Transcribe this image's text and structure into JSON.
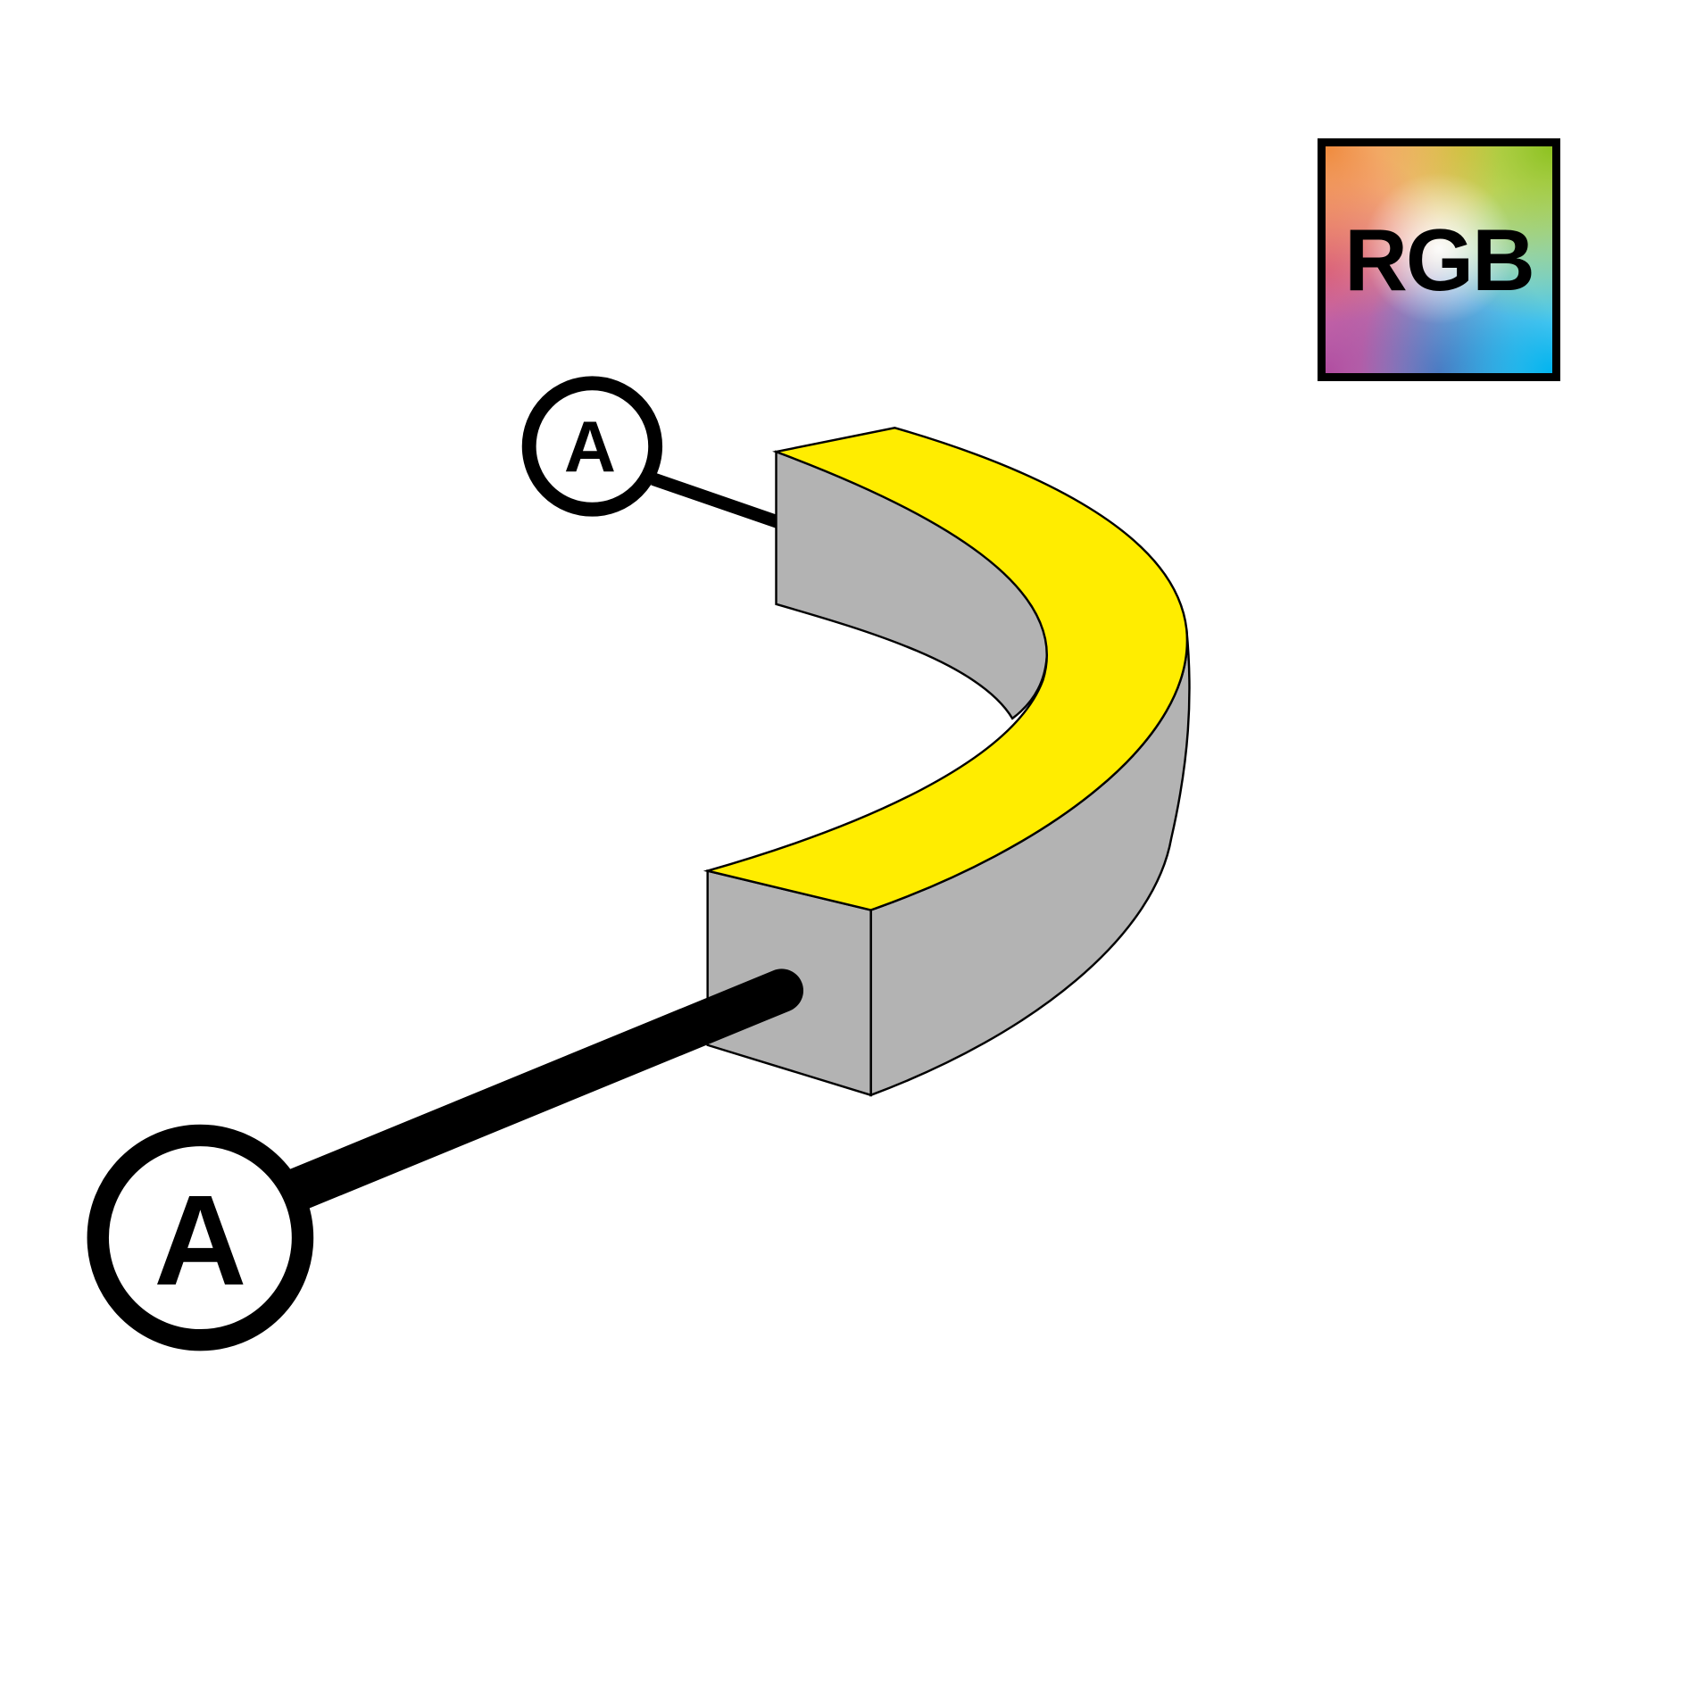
{
  "badge": {
    "label": "RGB"
  },
  "callouts": [
    {
      "label": "A"
    },
    {
      "label": "A"
    }
  ],
  "colors": {
    "top_face": "#ffed00",
    "side_face": "#b3b3b3",
    "outline": "#000000"
  }
}
